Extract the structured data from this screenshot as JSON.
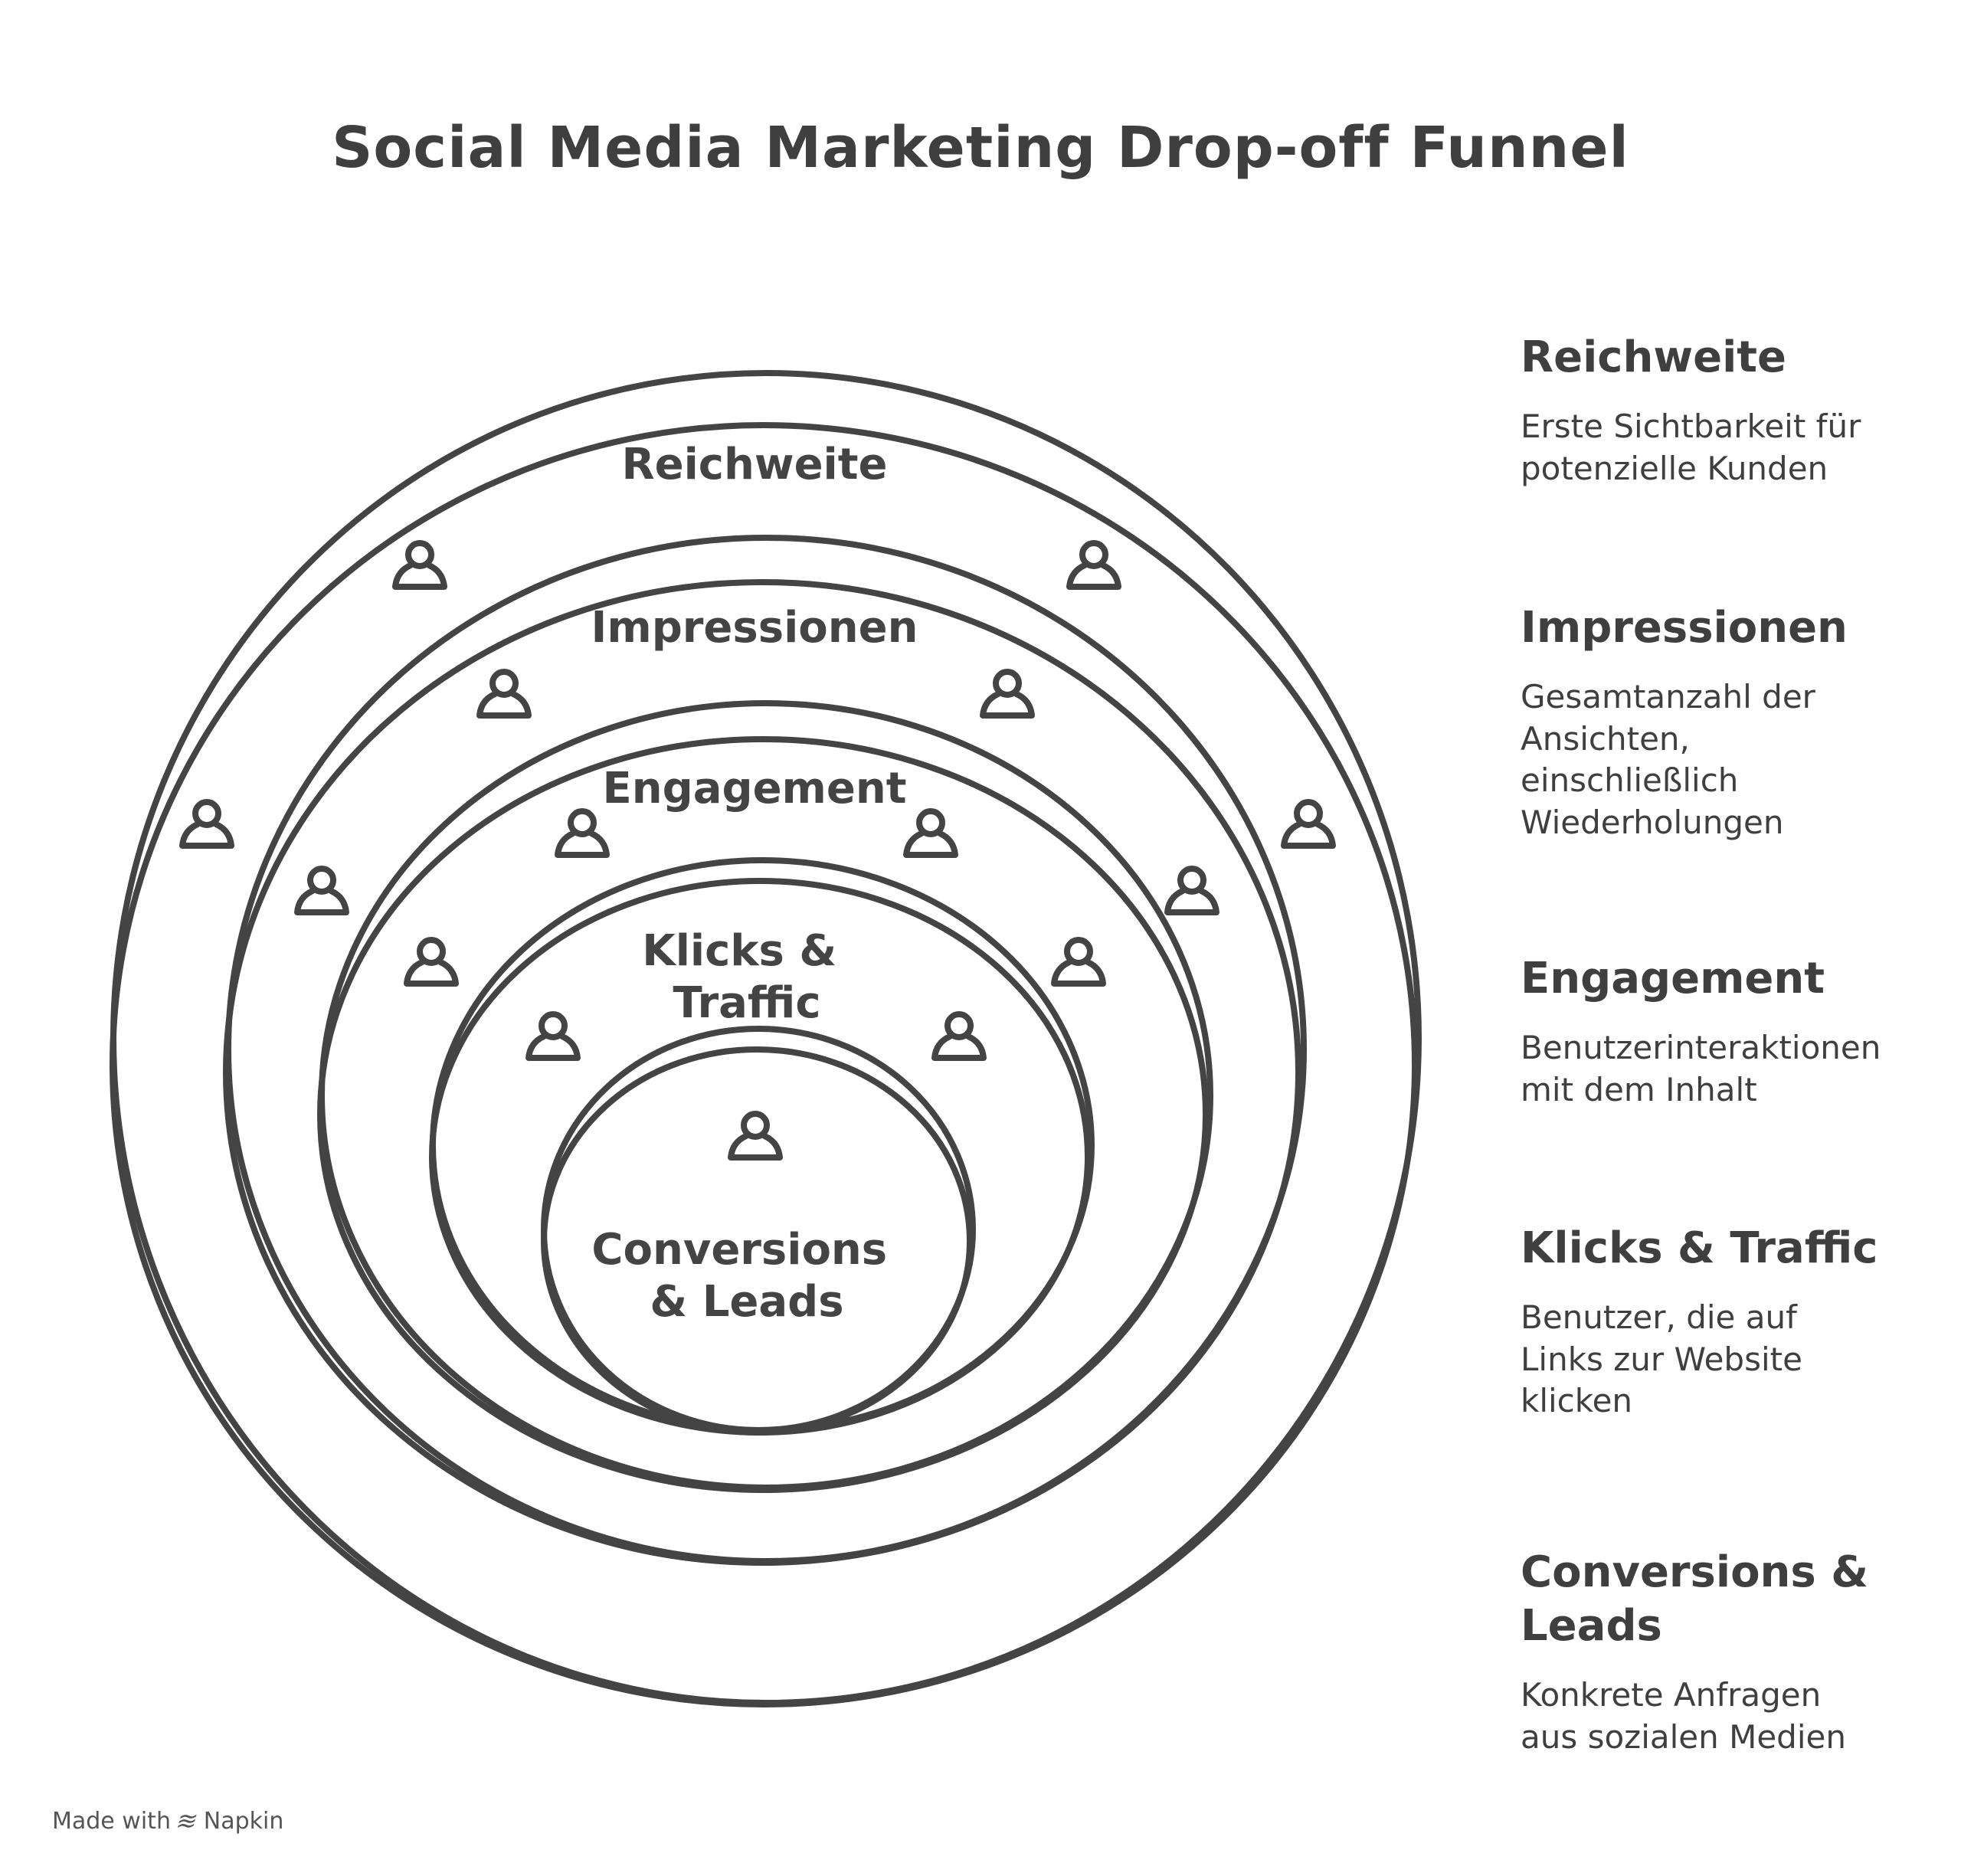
{
  "title": "Social Media Marketing Drop-off Funnel",
  "rings": [
    {
      "label": "Reichweite"
    },
    {
      "label": "Impressionen"
    },
    {
      "label": "Engagement"
    },
    {
      "label_lines": [
        "Klicks &",
        "Traffic"
      ]
    },
    {
      "label_lines": [
        "Conversions",
        "& Leads"
      ]
    }
  ],
  "legend": [
    {
      "heading": "Reichweite",
      "desc_lines": [
        "Erste Sichtbarkeit für",
        "potenzielle Kunden"
      ]
    },
    {
      "heading": "Impressionen",
      "desc_lines": [
        "Gesamtanzahl der",
        "Ansichten,",
        "einschließlich",
        "Wiederholungen"
      ]
    },
    {
      "heading": "Engagement",
      "desc_lines": [
        "Benutzerinteraktionen",
        "mit dem Inhalt"
      ]
    },
    {
      "heading": "Klicks & Traffic",
      "desc_lines": [
        "Benutzer, die auf",
        "Links zur Website",
        "klicken"
      ]
    },
    {
      "heading_lines": [
        "Conversions &",
        "Leads"
      ],
      "desc_lines": [
        "Konkrete Anfragen",
        "aus sozialen Medien"
      ]
    }
  ],
  "footer": {
    "prefix": "Made with",
    "brand": "Napkin"
  },
  "icon": "person-icon",
  "colors": {
    "stroke": "#444444",
    "text": "#3f3f3f",
    "background": "#ffffff"
  }
}
